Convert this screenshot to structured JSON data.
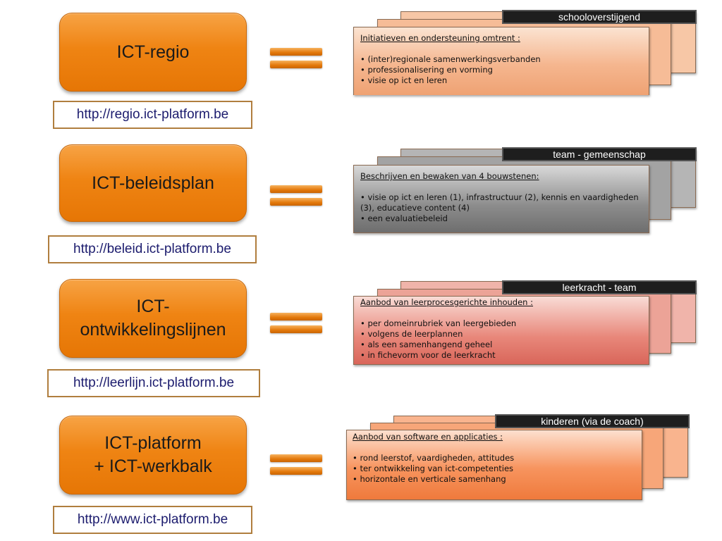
{
  "colors": {
    "orange_button": "#ef8413",
    "url_border": "#b07e3e",
    "url_text": "#1c1c6e",
    "tab_background": "#1e1e1e",
    "card_peach": "#f5b68f",
    "card_gray": "#8c8c8c",
    "card_red": "#e8877a",
    "card_orange": "#f7945e"
  },
  "rows": [
    {
      "title": "ICT-regio",
      "url": "http://regio.ict-platform.be",
      "tab": "schooloverstijgend",
      "heading": "Initiatieven en ondersteuning omtrent :",
      "bullets": [
        "• (inter)regionale samenwerkingsverbanden",
        "• professionalisering en vorming",
        "• visie op ict en leren"
      ]
    },
    {
      "title": "ICT-beleidsplan",
      "url": "http://beleid.ict-platform.be",
      "tab": "team - gemeenschap",
      "heading": "Beschrijven en bewaken van 4 bouwstenen:",
      "bullets": [
        "•  visie op ict en leren (1), infrastructuur (2), kennis en vaardigheden (3), educatieve content (4)",
        "•  een evaluatiebeleid"
      ]
    },
    {
      "title": "ICT-\nontwikkelingslijnen",
      "url": "http://leerlijn.ict-platform.be",
      "tab": "leerkracht - team",
      "heading": "Aanbod van leerprocesgerichte inhouden :",
      "bullets": [
        "• per domeinrubriek van leergebieden",
        "• volgens de leerplannen",
        "• als een samenhangend geheel",
        "• in fichevorm voor de leerkracht"
      ]
    },
    {
      "title": "ICT-platform\n+ ICT-werkbalk",
      "url": "http://www.ict-platform.be",
      "tab": "kinderen (via de coach)",
      "heading": "Aanbod van software en applicaties :",
      "bullets": [
        "• rond leerstof, vaardigheden, attitudes",
        "• ter ontwikkeling van ict-competenties",
        "• horizontale en verticale samenhang"
      ]
    }
  ]
}
